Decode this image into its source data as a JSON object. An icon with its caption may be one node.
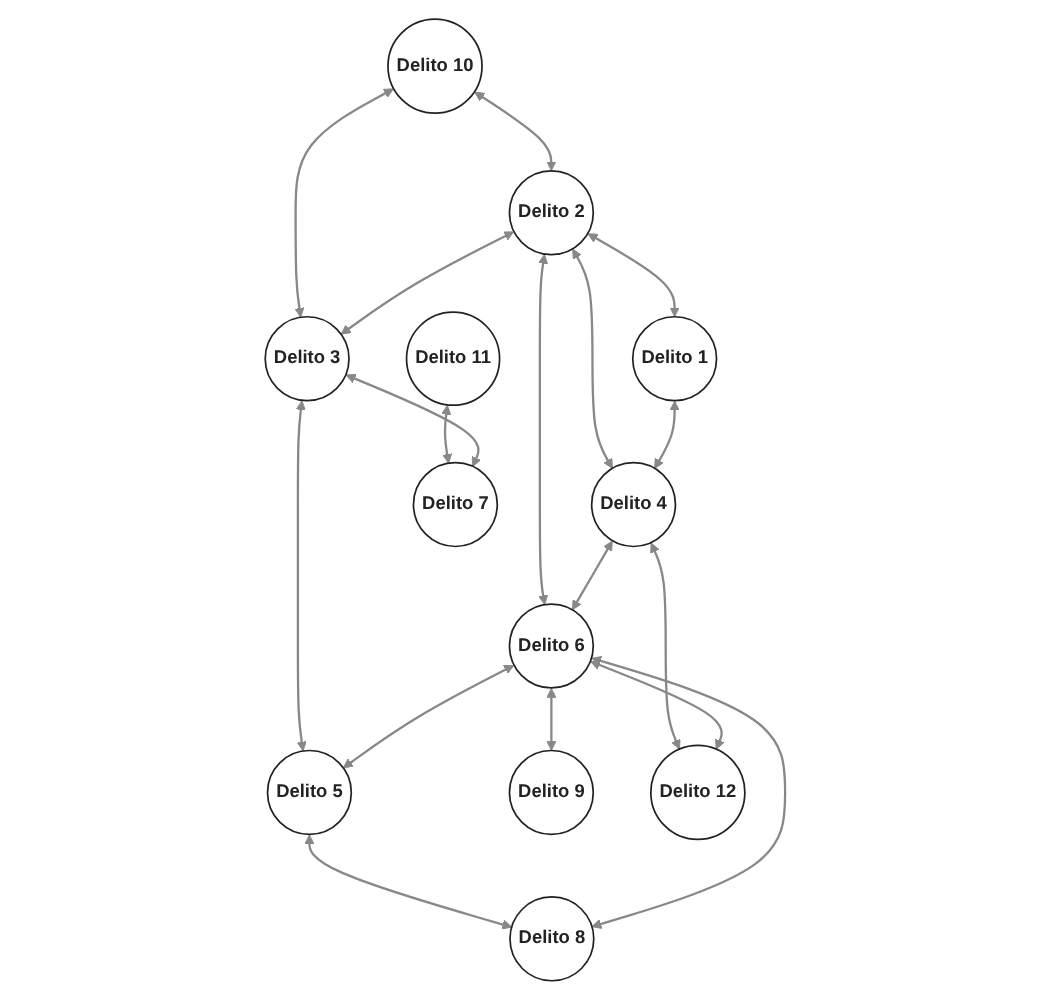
{
  "diagram": {
    "nodes": [
      {
        "text": [
          "Delito 1"
        ]
      },
      {
        "text": [
          "Delito 2"
        ]
      },
      {
        "text": [
          "Delito 3"
        ]
      },
      {
        "text": [
          "Delito 4"
        ]
      },
      {
        "text": [
          "Delito 5"
        ]
      },
      {
        "text": [
          "Delito 6"
        ]
      },
      {
        "text": [
          "Delito 7"
        ]
      },
      {
        "text": [
          "Delito 8"
        ]
      },
      {
        "text": [
          "Delito 9"
        ]
      },
      {
        "text": [
          "Delito 10"
        ]
      },
      {
        "text": [
          "Delito 11"
        ]
      },
      {
        "text": [
          "Delito 12"
        ]
      }
    ],
    "edges": [
      {
        "from": 9,
        "to": 1,
        "arrow": "both"
      },
      {
        "from": 9,
        "to": 2,
        "arrow": "both"
      },
      {
        "from": 10,
        "to": 6,
        "arrow": "both"
      },
      {
        "from": 1,
        "to": 0,
        "arrow": "both"
      },
      {
        "from": 1,
        "to": 2,
        "arrow": "both"
      },
      {
        "from": 2,
        "to": 6,
        "arrow": "both"
      },
      {
        "from": 2,
        "to": 4,
        "arrow": "both"
      },
      {
        "from": 1,
        "to": 3,
        "arrow": "both"
      },
      {
        "from": 1,
        "to": 5,
        "arrow": "both"
      },
      {
        "from": 0,
        "to": 3,
        "arrow": "both"
      },
      {
        "from": 3,
        "to": 5,
        "arrow": "both"
      },
      {
        "from": 5,
        "to": 4,
        "arrow": "both"
      },
      {
        "from": 4,
        "to": 7,
        "arrow": "both"
      },
      {
        "from": 5,
        "to": 7,
        "arrow": "both"
      },
      {
        "from": 3,
        "to": 11,
        "arrow": "both"
      },
      {
        "from": 5,
        "to": 11,
        "arrow": "both"
      },
      {
        "from": 5,
        "to": 8,
        "arrow": "both"
      }
    ]
  }
}
